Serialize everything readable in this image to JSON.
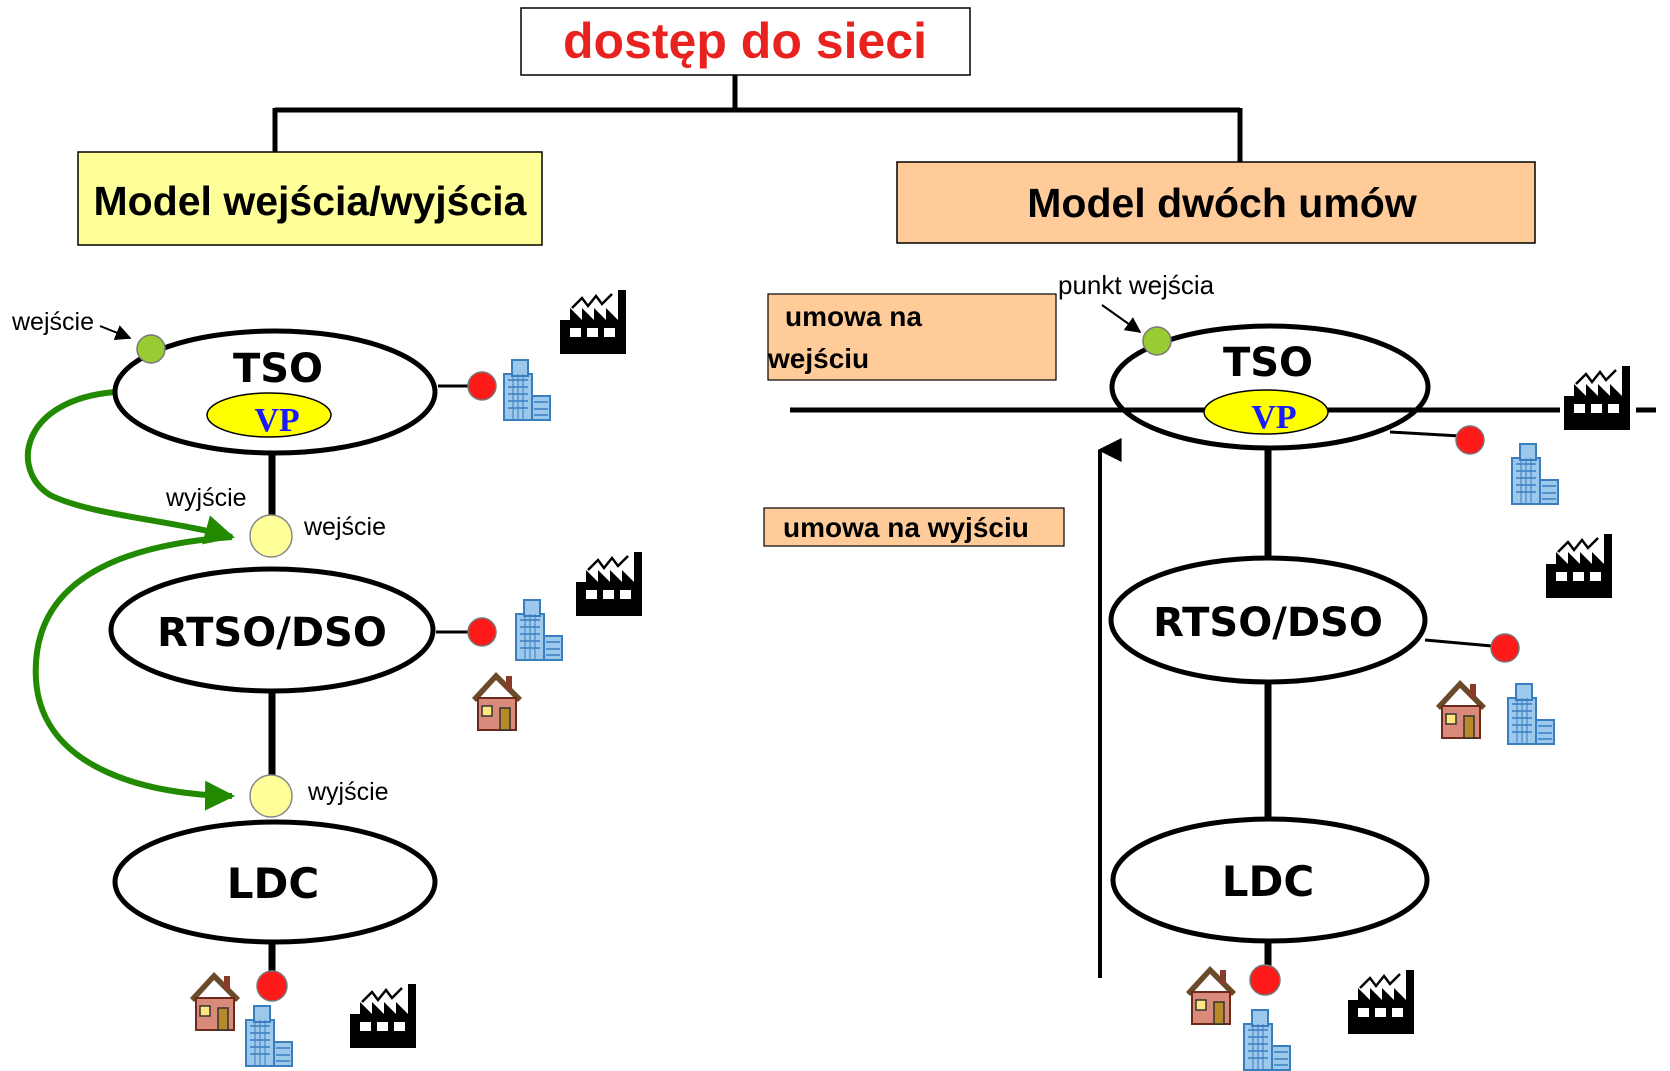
{
  "title": "dostęp do sieci",
  "models": {
    "left_title": "Model wejścia/wyjścia",
    "right_title": "Model dwóch umów"
  },
  "nodes": {
    "tso": "TSO",
    "vp": "VP",
    "rtso_dso": "RTSO/DSO",
    "ldc": "LDC"
  },
  "labels": {
    "entry": "wejście",
    "exit": "wyjście",
    "entry_point": "punkt wejścia",
    "entry_contract_line1": "umowa na",
    "entry_contract_line2": "wejściu",
    "exit_contract": "umowa na wyjściu"
  },
  "colors": {
    "title_red": "#e8231f",
    "left_box": "#ffff99",
    "right_box": "#ffcc99",
    "green_dot": "#99cc33",
    "red_dot": "#ff1a1a",
    "yellow_node": "#ffff99",
    "vp_fill": "#ffff00",
    "vp_text": "#1a1aff",
    "arrow_green": "#218a00"
  },
  "icons": [
    "factory-icon",
    "office-building-icon",
    "house-icon"
  ]
}
